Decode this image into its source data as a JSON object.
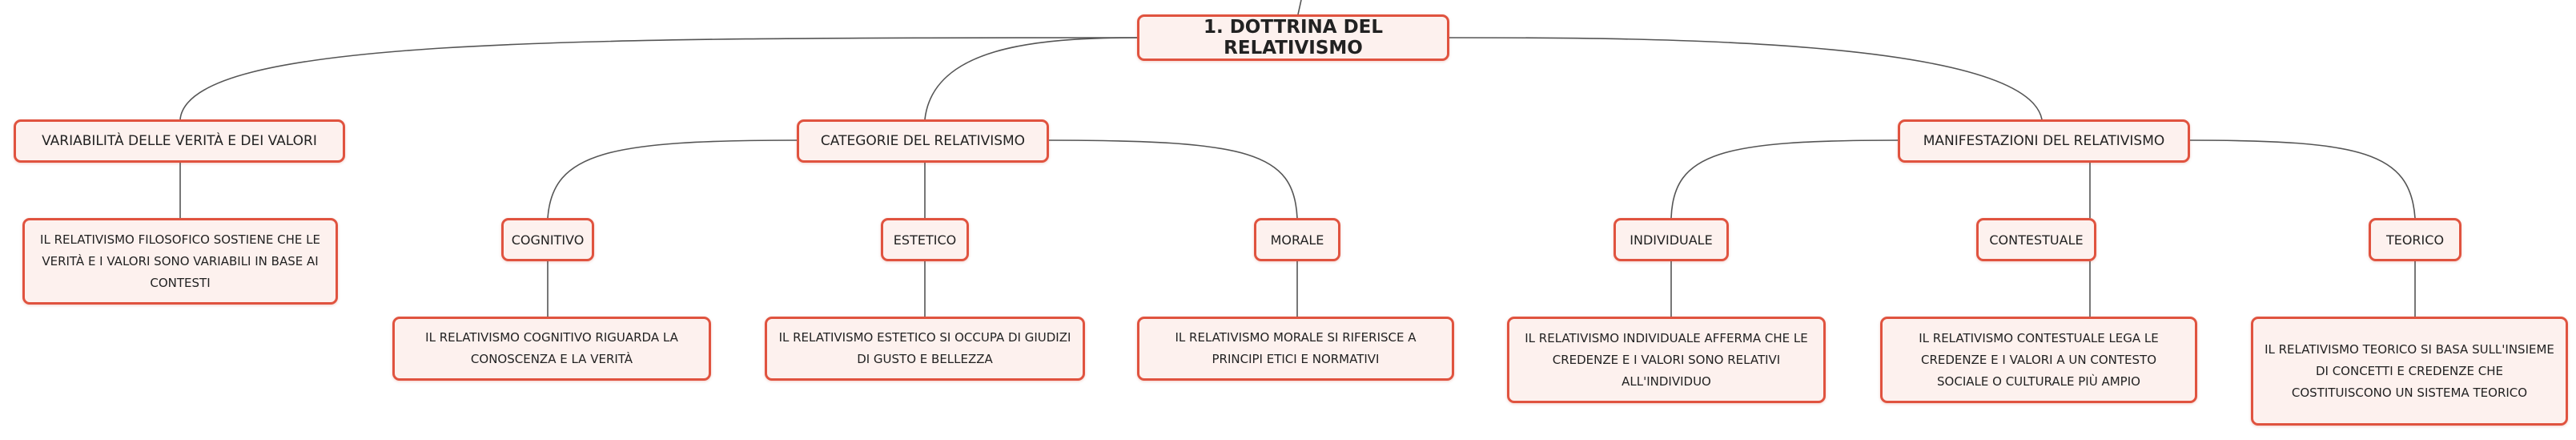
{
  "root": {
    "label": "1. DOTTRINA DEL RELATIVISMO"
  },
  "branches": [
    {
      "label": "VARIABILITÀ DELLE VERITÀ E DEI VALORI",
      "description": "IL RELATIVISMO FILOSOFICO SOSTIENE CHE LE VERITÀ E I VALORI SONO VARIABILI IN BASE AI CONTESTI"
    },
    {
      "label": "CATEGORIE DEL RELATIVISMO",
      "children": [
        {
          "label": "COGNITIVO",
          "description": "IL RELATIVISMO COGNITIVO RIGUARDA LA CONOSCENZA E LA VERITÀ"
        },
        {
          "label": "ESTETICO",
          "description": "IL RELATIVISMO ESTETICO SI OCCUPA DI GIUDIZI DI GUSTO E BELLEZZA"
        },
        {
          "label": "MORALE",
          "description": "IL RELATIVISMO MORALE SI RIFERISCE A PRINCIPI ETICI E NORMATIVI"
        }
      ]
    },
    {
      "label": "MANIFESTAZIONI DEL RELATIVISMO",
      "children": [
        {
          "label": "INDIVIDUALE",
          "description": "IL RELATIVISMO INDIVIDUALE AFFERMA CHE LE CREDENZE E I VALORI SONO RELATIVI ALL'INDIVIDUO"
        },
        {
          "label": "CONTESTUALE",
          "description": "IL RELATIVISMO CONTESTUALE LEGA LE CREDENZE E I VALORI A UN CONTESTO SOCIALE O CULTURALE PIÙ AMPIO"
        },
        {
          "label": "TEORICO",
          "description": "IL RELATIVISMO TEORICO SI BASA SULL'INSIEME DI CONCETTI E CREDENZE CHE COSTITUISCONO UN SISTEMA TEORICO"
        }
      ]
    }
  ],
  "colors": {
    "border": "#e0533f",
    "fill": "#fdf1ee",
    "line": "#555555"
  }
}
